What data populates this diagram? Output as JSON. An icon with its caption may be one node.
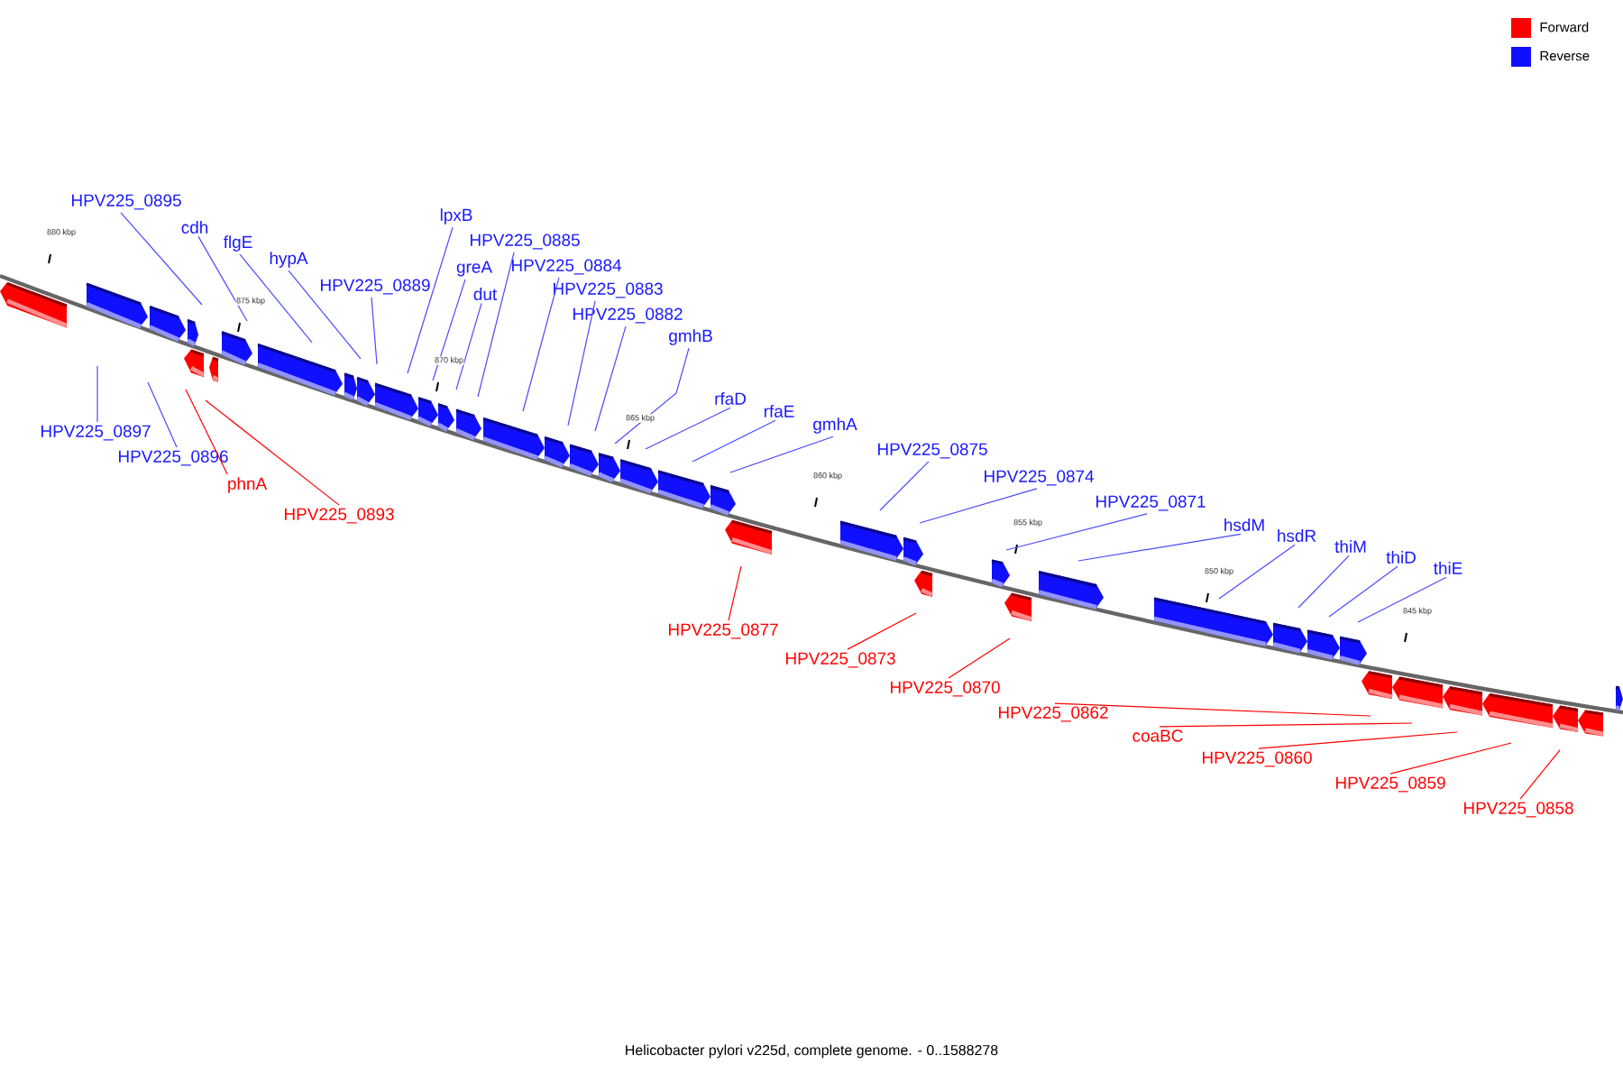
{
  "diagram": {
    "caption": "Helicobacter pylori v225d, complete genome. - 0..1588278",
    "nodes": [
      {
        "text": [
          "HPV225_0895"
        ]
      },
      {
        "text": [
          "cdh"
        ]
      },
      {
        "text": [
          "flgE"
        ]
      },
      {
        "text": [
          "hypA"
        ]
      },
      {
        "text": [
          "HPV225_0889"
        ]
      },
      {
        "text": [
          "lpxB"
        ]
      },
      {
        "text": [
          "HPV225_0885"
        ]
      },
      {
        "text": [
          "greA"
        ]
      },
      {
        "text": [
          "dut"
        ]
      },
      {
        "text": [
          "HPV225_0884"
        ]
      },
      {
        "text": [
          "HPV225_0883"
        ]
      },
      {
        "text": [
          "HPV225_0882"
        ]
      },
      {
        "text": [
          "gmhB"
        ]
      },
      {
        "text": [
          "rfaD"
        ]
      },
      {
        "text": [
          "rfaE"
        ]
      },
      {
        "text": [
          "gmhA"
        ]
      },
      {
        "text": [
          "HPV225_0875"
        ]
      },
      {
        "text": [
          "HPV225_0874"
        ]
      },
      {
        "text": [
          "HPV225_0871"
        ]
      },
      {
        "text": [
          "hsdM"
        ]
      },
      {
        "text": [
          "hsdR"
        ]
      },
      {
        "text": [
          "thiM"
        ]
      },
      {
        "text": [
          "thiD"
        ]
      },
      {
        "text": [
          "thiE"
        ]
      },
      {
        "text": [
          "HPV225_0897"
        ]
      },
      {
        "text": [
          "HPV225_0896"
        ]
      },
      {
        "text": [
          "phnA"
        ]
      },
      {
        "text": [
          "HPV225_0893"
        ]
      },
      {
        "text": [
          "HPV225_0877"
        ]
      },
      {
        "text": [
          "HPV225_0873"
        ]
      },
      {
        "text": [
          "HPV225_0870"
        ]
      },
      {
        "text": [
          "HPV225_0862"
        ]
      },
      {
        "text": [
          "coaBC"
        ]
      },
      {
        "text": [
          "HPV225_0860"
        ]
      },
      {
        "text": [
          "HPV225_0859"
        ]
      },
      {
        "text": [
          "HPV225_0858"
        ]
      }
    ],
    "edges": [
      {
        "from": 0,
        "to": null,
        "arrow": "none"
      },
      {
        "from": 1,
        "to": null,
        "arrow": "none"
      },
      {
        "from": 2,
        "to": null,
        "arrow": "none"
      },
      {
        "from": 3,
        "to": null,
        "arrow": "none"
      },
      {
        "from": 4,
        "to": null,
        "arrow": "none"
      },
      {
        "from": 5,
        "to": null,
        "arrow": "none"
      },
      {
        "from": 6,
        "to": null,
        "arrow": "none"
      },
      {
        "from": 7,
        "to": null,
        "arrow": "none"
      },
      {
        "from": 8,
        "to": null,
        "arrow": "none"
      },
      {
        "from": 9,
        "to": null,
        "arrow": "none"
      },
      {
        "from": 10,
        "to": null,
        "arrow": "none"
      },
      {
        "from": 11,
        "to": null,
        "arrow": "none"
      },
      {
        "from": 12,
        "to": null,
        "arrow": "none"
      },
      {
        "from": 13,
        "to": null,
        "arrow": "none"
      },
      {
        "from": 14,
        "to": null,
        "arrow": "none"
      },
      {
        "from": 15,
        "to": null,
        "arrow": "none"
      },
      {
        "from": 16,
        "to": null,
        "arrow": "none"
      },
      {
        "from": 17,
        "to": null,
        "arrow": "none"
      },
      {
        "from": 18,
        "to": null,
        "arrow": "none"
      },
      {
        "from": 19,
        "to": null,
        "arrow": "none"
      },
      {
        "from": 20,
        "to": null,
        "arrow": "none"
      },
      {
        "from": 21,
        "to": null,
        "arrow": "none"
      },
      {
        "from": 22,
        "to": null,
        "arrow": "none"
      },
      {
        "from": 23,
        "to": null,
        "arrow": "none"
      },
      {
        "from": 24,
        "to": null,
        "arrow": "none"
      },
      {
        "from": 25,
        "to": null,
        "arrow": "none"
      },
      {
        "from": 26,
        "to": null,
        "arrow": "none",
        "color": "#ff0000"
      },
      {
        "from": 27,
        "to": null,
        "arrow": "none",
        "color": "#ff0000"
      },
      {
        "from": 28,
        "to": null,
        "arrow": "none",
        "color": "#ff0000"
      },
      {
        "from": 29,
        "to": null,
        "arrow": "none",
        "color": "#ff0000"
      },
      {
        "from": 30,
        "to": null,
        "arrow": "none",
        "color": "#ff0000"
      },
      {
        "from": 31,
        "to": null,
        "arrow": "none",
        "color": "#ff0000"
      },
      {
        "from": 32,
        "to": null,
        "arrow": "none",
        "color": "#ff0000"
      },
      {
        "from": 33,
        "to": null,
        "arrow": "none",
        "color": "#ff0000"
      },
      {
        "from": 34,
        "to": null,
        "arrow": "none",
        "color": "#ff0000"
      },
      {
        "from": 35,
        "to": null,
        "arrow": "none",
        "color": "#ff0000"
      }
    ],
    "labels": [
      "880 kbp",
      "875 kbp",
      "870 kbp",
      "865 kbp",
      "860 kbp",
      "855 kbp",
      "850 kbp",
      "845 kbp"
    ],
    "legend": [
      {
        "text": "Forward",
        "color": "#ff0000"
      },
      {
        "text": "Reverse",
        "color": "#1010ff"
      }
    ]
  }
}
